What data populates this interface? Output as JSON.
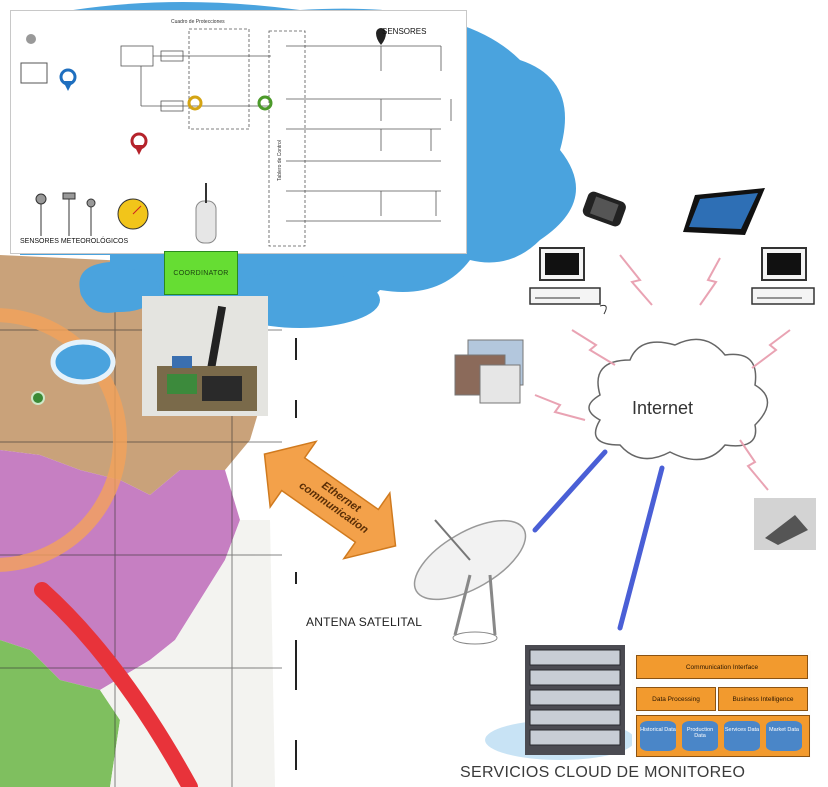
{
  "colors": {
    "cloud_blue": "#4aa3de",
    "coordinator_green": "#66dd33",
    "orange_arrow": "#f3a14a",
    "orange_ring": "#f4a35a",
    "magenta_region": "#c67fc2",
    "tan_region": "#c9a27a",
    "green_region": "#7fbf5f",
    "red_arc": "#e8333a",
    "blue_link": "#4a5fd6",
    "lightning_pink": "#e9a3b3",
    "architecture_orange": "#f29a2e",
    "db_blue": "#4a86c8"
  },
  "schematic": {
    "sensores_title": "SENSORES",
    "sensores_meteorologicos": "SENSORES METEOROLÓGICOS",
    "cuadro_label": "Cuadro de Protecciones",
    "tablero_label": "Tablero de Control"
  },
  "coordinator": {
    "label": "COORDINATOR"
  },
  "ethernet": {
    "label": "Ethernet communication"
  },
  "internet": {
    "label": "Internet"
  },
  "antenna": {
    "label": "ANTENA SATELITAL"
  },
  "cloud_services": {
    "label": "SERVICIOS CLOUD DE MONITOREO"
  },
  "architecture": {
    "top": "Communication Interface",
    "left": "Data Processing",
    "right": "Business Intelligence",
    "databases": [
      "Historical Data",
      "Production Data",
      "Services Data",
      "Market Data"
    ]
  },
  "icons": [
    "phone-icon",
    "tablet-icon",
    "computer-icon",
    "computer-icon",
    "webpages-icon",
    "device-icon",
    "satellite-dish-icon",
    "server-rack-icon",
    "antenna-icon",
    "location-pin-icon"
  ]
}
